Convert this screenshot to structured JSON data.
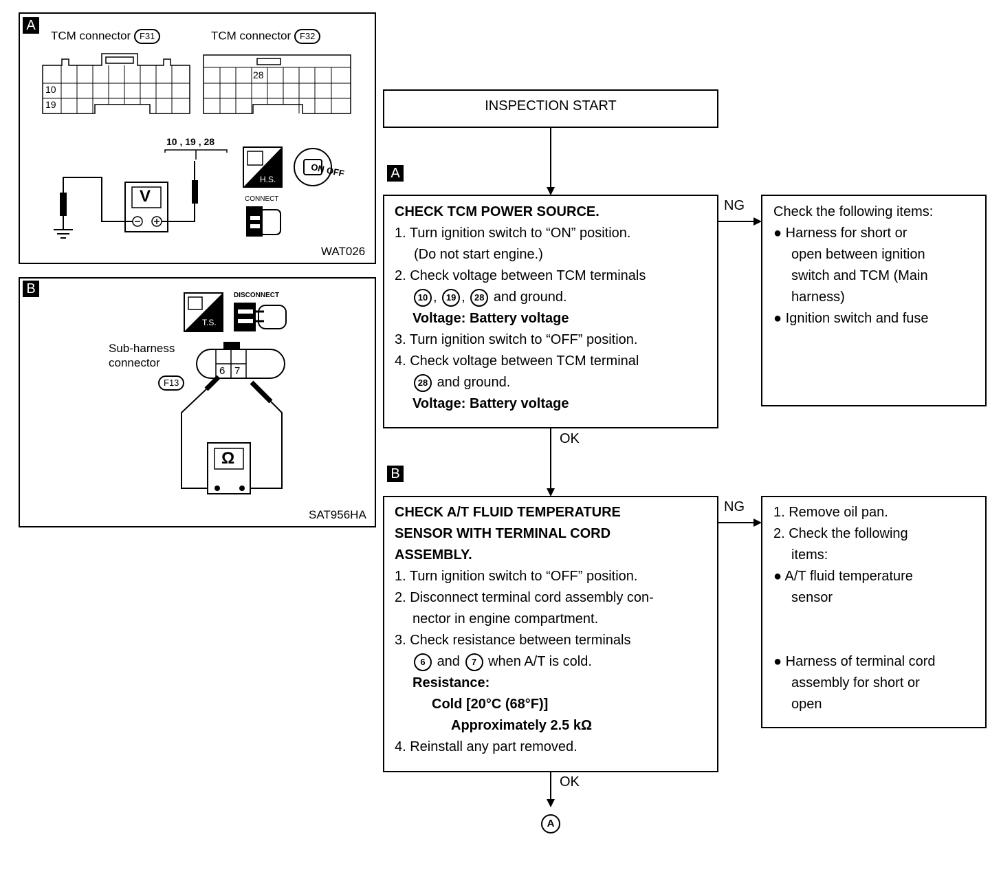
{
  "panel_a": {
    "tag": "A",
    "connector1_label": "TCM connector",
    "connector1_id": "F31",
    "connector2_label": "TCM connector",
    "connector2_id": "F32",
    "pin_10": "10",
    "pin_19": "19",
    "pin_28": "28",
    "terminals": "10 , 19 , 28",
    "meter": "V",
    "hs": "H.S.",
    "on_off": "ON OFF",
    "connect": "CONNECT",
    "code": "WAT026"
  },
  "panel_b": {
    "tag": "B",
    "sub_harness_line1": "Sub-harness",
    "sub_harness_line2": "connector",
    "connector_id": "F13",
    "pin_6": "6",
    "pin_7": "7",
    "ts": "T.S.",
    "disconnect": "DISCONNECT",
    "meter": "Ω",
    "code": "SAT956HA"
  },
  "flow": {
    "start": "INSPECTION START",
    "step_a": {
      "tag": "A",
      "title": "CHECK TCM POWER SOURCE.",
      "l1": "1. Turn ignition switch to “ON” position.",
      "l2": "(Do not start engine.)",
      "l3": "2. Check voltage between TCM terminals",
      "c10": "10",
      "c19": "19",
      "c28": "28",
      "l4_sep": ",",
      "l4_end": "and ground.",
      "l5": "Voltage: Battery voltage",
      "l6": "3. Turn ignition switch to “OFF” position.",
      "l7": "4. Check voltage between TCM terminal",
      "l8_end": "and ground.",
      "l9": "Voltage: Battery voltage"
    },
    "ng1": "NG",
    "ng1_box": {
      "l1": "Check the following items:",
      "b1_l1": "Harness for short or",
      "b1_l2": "open between ignition",
      "b1_l3": "switch and TCM (Main",
      "b1_l4": "harness)",
      "b2": "Ignition switch and fuse"
    },
    "ok1": "OK",
    "step_b": {
      "tag": "B",
      "t1": "CHECK A/T FLUID TEMPERATURE",
      "t2": "SENSOR WITH TERMINAL CORD",
      "t3": "ASSEMBLY.",
      "l1": "1. Turn ignition switch to “OFF” position.",
      "l2": "2. Disconnect terminal cord assembly con-",
      "l3": "nector in engine compartment.",
      "l4": "3. Check resistance between terminals",
      "c6": "6",
      "c7": "7",
      "l5_mid": "and",
      "l5_end": "when A/T is cold.",
      "l6": "Resistance:",
      "l7": "Cold [20°C (68°F)]",
      "l8": "Approximately 2.5 kΩ",
      "l9": "4. Reinstall any part removed."
    },
    "ng2": "NG",
    "ng2_box": {
      "l1": "1. Remove oil pan.",
      "l2": "2. Check the following",
      "l3": "items:",
      "b1_l1": "A/T fluid temperature",
      "b1_l2": "sensor",
      "b2_l1": "Harness of terminal cord",
      "b2_l2": "assembly for short or",
      "b2_l3": "open"
    },
    "ok2": "OK",
    "end_marker": "A"
  }
}
